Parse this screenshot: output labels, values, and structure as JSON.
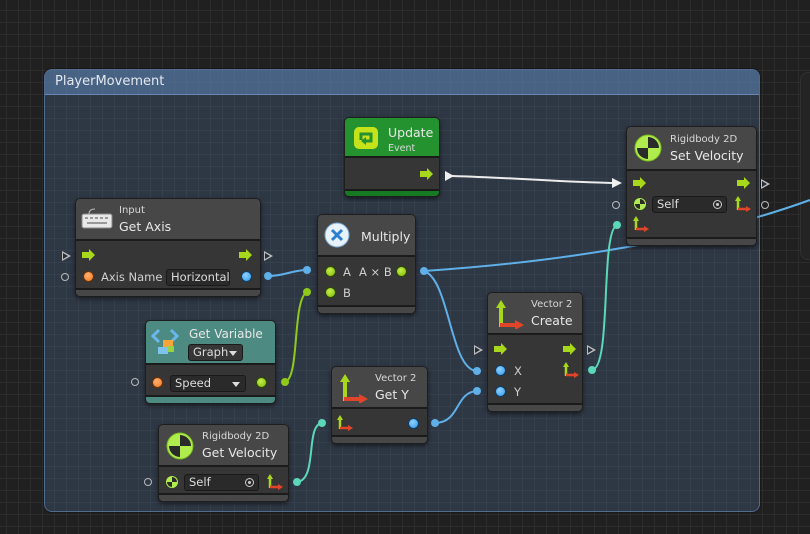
{
  "group": {
    "title": "PlayerMovement"
  },
  "nodes": {
    "update": {
      "title": "Update",
      "subtitle": "Event"
    },
    "get_axis": {
      "category": "Input",
      "title": "Get Axis",
      "port_label": "Axis Name",
      "value": "Horizontal"
    },
    "multiply": {
      "title": "Multiply",
      "input_a": "A",
      "output": "A × B",
      "input_b": "B"
    },
    "set_velocity": {
      "category": "Rigidbody 2D",
      "title": "Set Velocity",
      "target": "Self"
    },
    "get_variable": {
      "title": "Get Variable",
      "scope": "Graph",
      "variable": "Speed"
    },
    "get_y": {
      "category": "Vector 2",
      "title": "Get Y"
    },
    "create": {
      "category": "Vector 2",
      "title": "Create",
      "input_x": "X",
      "input_y": "Y"
    },
    "get_velocity": {
      "category": "Rigidbody 2D",
      "title": "Get Velocity",
      "target": "Self"
    }
  },
  "colors": {
    "control_flow": "#f0f0f0",
    "float_wire": "#5fb0e8",
    "vector_wire": "#5ad8b8",
    "int_wire": "#8fca1a",
    "event_header": "#1f8a2c",
    "variable_header": "#4c8a80"
  }
}
